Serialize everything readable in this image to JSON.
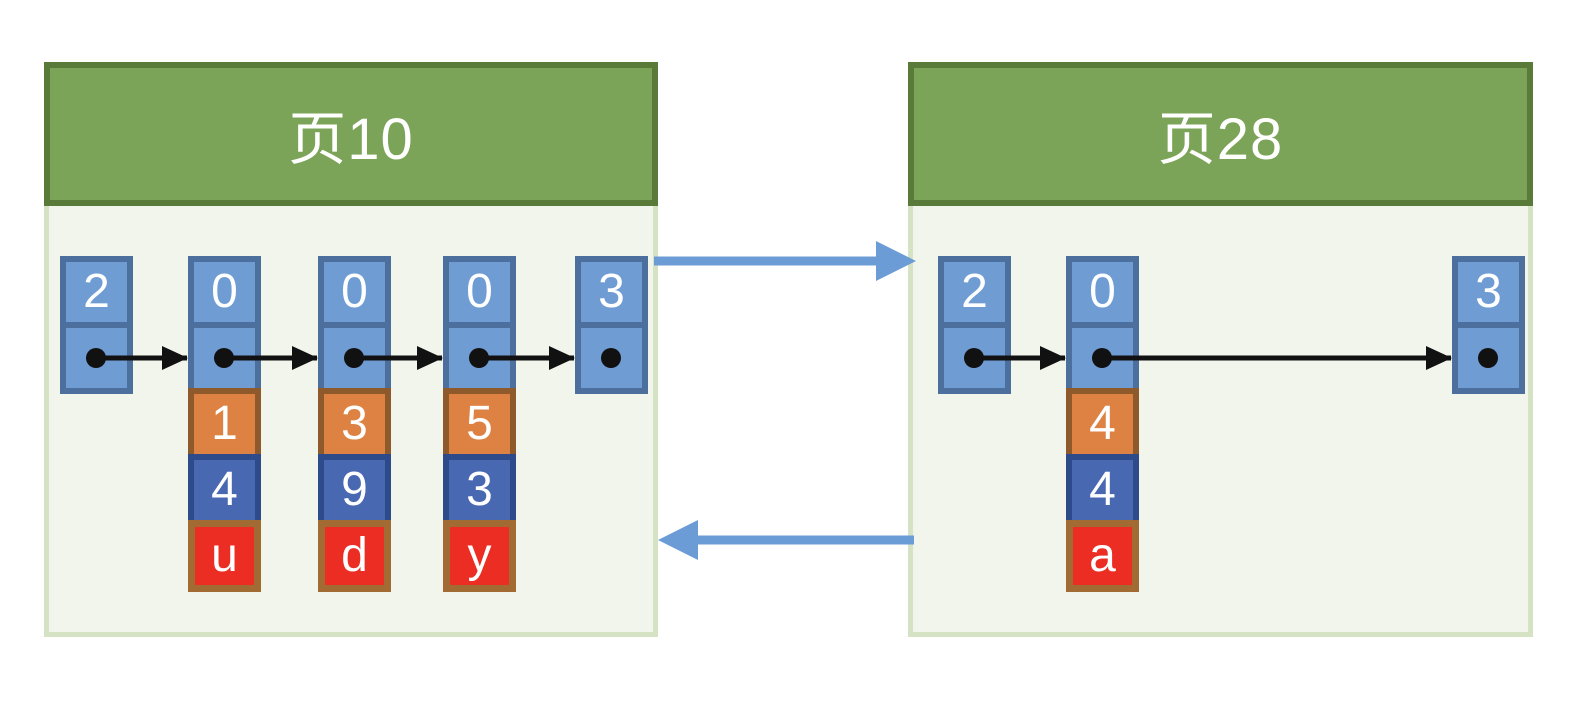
{
  "diagram": {
    "description_labels": [],
    "pages": [
      {
        "title": "页10",
        "records": [
          {
            "role": "infimum",
            "type_code": "2",
            "fields": []
          },
          {
            "role": "user-record",
            "type_code": "0",
            "fields": [
              "1",
              "4",
              "u"
            ]
          },
          {
            "role": "user-record",
            "type_code": "0",
            "fields": [
              "3",
              "9",
              "d"
            ]
          },
          {
            "role": "user-record",
            "type_code": "0",
            "fields": [
              "5",
              "3",
              "y"
            ]
          },
          {
            "role": "supremum",
            "type_code": "3",
            "fields": []
          }
        ]
      },
      {
        "title": "页28",
        "records": [
          {
            "role": "infimum",
            "type_code": "2",
            "fields": []
          },
          {
            "role": "user-record",
            "type_code": "0",
            "fields": [
              "4",
              "4",
              "a"
            ]
          },
          {
            "role": "supremum",
            "type_code": "3",
            "fields": []
          }
        ]
      }
    ],
    "arrows": {
      "record_chain": "black-arrows-linking-record-pointer-dots",
      "page_link_top": "blue-arrow-page10-to-page28",
      "page_link_bottom": "blue-arrow-page28-to-page10"
    },
    "colors": {
      "header_green": "#7CA458",
      "header_green_border": "#597A39",
      "body_light_green": "#F1F5EC",
      "body_border": "#D5E2C3",
      "cell_blue": "#6F9CD3",
      "cell_blue_border": "#4D6F9E",
      "cell_orange": "#DD8242",
      "cell_orange_border": "#8E5A2B",
      "cell_navy": "#4868B2",
      "cell_navy_border": "#2D4A8A",
      "cell_red": "#EC2D24",
      "cell_red_border": "#A26B33",
      "page_link_arrow_blue": "#6C9CD6",
      "record_arrow_black": "#111111"
    }
  }
}
